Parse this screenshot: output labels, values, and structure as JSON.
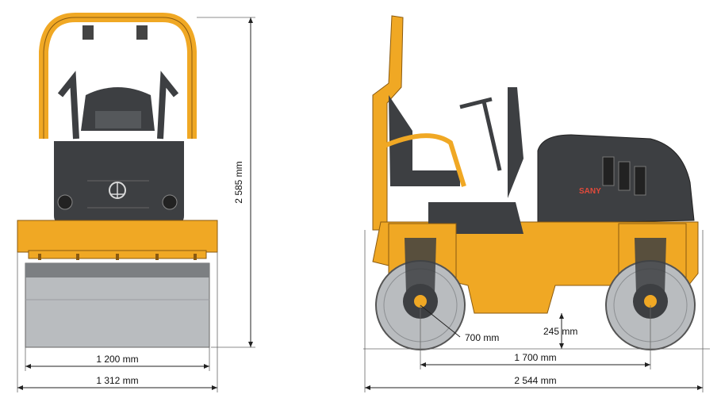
{
  "dimensions": {
    "height": "2 585 mm",
    "drum_width": "1 200 mm",
    "overall_width": "1 312 mm",
    "drum_diameter": "700 mm",
    "ground_clearance": "245 mm",
    "wheelbase": "1 700 mm",
    "overall_length": "2 544 mm"
  },
  "branding": {
    "logo": "SANY"
  },
  "colors": {
    "body_yellow": "#F0A824",
    "dark_gray": "#3D3F42",
    "drum_gray": "#B9BCBF"
  },
  "views": [
    "front-view",
    "side-view"
  ]
}
